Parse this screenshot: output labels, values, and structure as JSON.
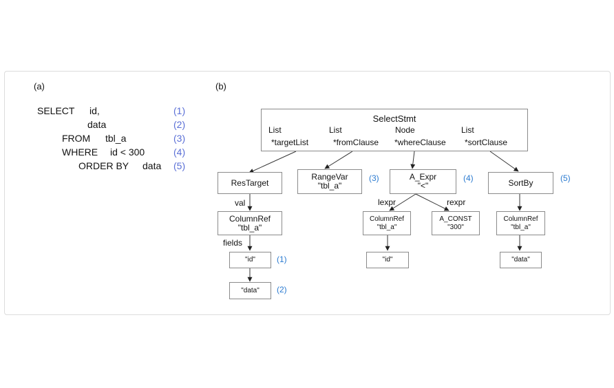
{
  "panel_a": {
    "label": "(a)",
    "lines": [
      {
        "kw": "SELECT",
        "arg": "id,",
        "num": "(1)"
      },
      {
        "kw": "",
        "arg": "data",
        "num": "(2)"
      },
      {
        "kw": "FROM",
        "arg": "tbl_a",
        "num": "(3)"
      },
      {
        "kw": "WHERE",
        "arg": "id < 300",
        "num": "(4)"
      },
      {
        "kw": "ORDER BY",
        "arg": "data",
        "num": "(5)"
      }
    ]
  },
  "panel_b": {
    "label": "(b)",
    "root": {
      "name": "SelectStmt",
      "fields": [
        {
          "type": "List",
          "name": "*targetList"
        },
        {
          "type": "List",
          "name": "*fromClause"
        },
        {
          "type": "Node",
          "name": "*whereClause"
        },
        {
          "type": "List",
          "name": "*sortClause"
        }
      ]
    },
    "nodes": {
      "restarget": "ResTarget",
      "rangevar": [
        "RangeVar",
        "\"tbl_a\""
      ],
      "a_expr": [
        "A_Expr",
        "\"<\""
      ],
      "sortby": "SortBy",
      "colref1": [
        "ColumnRef",
        "\"tbl_a\""
      ],
      "colref2": [
        "ColumnRef",
        "\"tbl_a\""
      ],
      "a_const": [
        "A_CONST",
        "\"300\""
      ],
      "colref3": [
        "ColumnRef",
        "\"tbl_a\""
      ],
      "id1": "\"id\"",
      "data1": "\"data\"",
      "id2": "\"id\"",
      "data2": "\"data\""
    },
    "edge_labels": {
      "val": "val",
      "fields": "fields",
      "lexpr": "lexpr",
      "rexpr": "rexpr"
    },
    "markers": {
      "rangevar": "(3)",
      "a_expr": "(4)",
      "sortby": "(5)",
      "id1": "(1)",
      "data1": "(2)"
    }
  }
}
